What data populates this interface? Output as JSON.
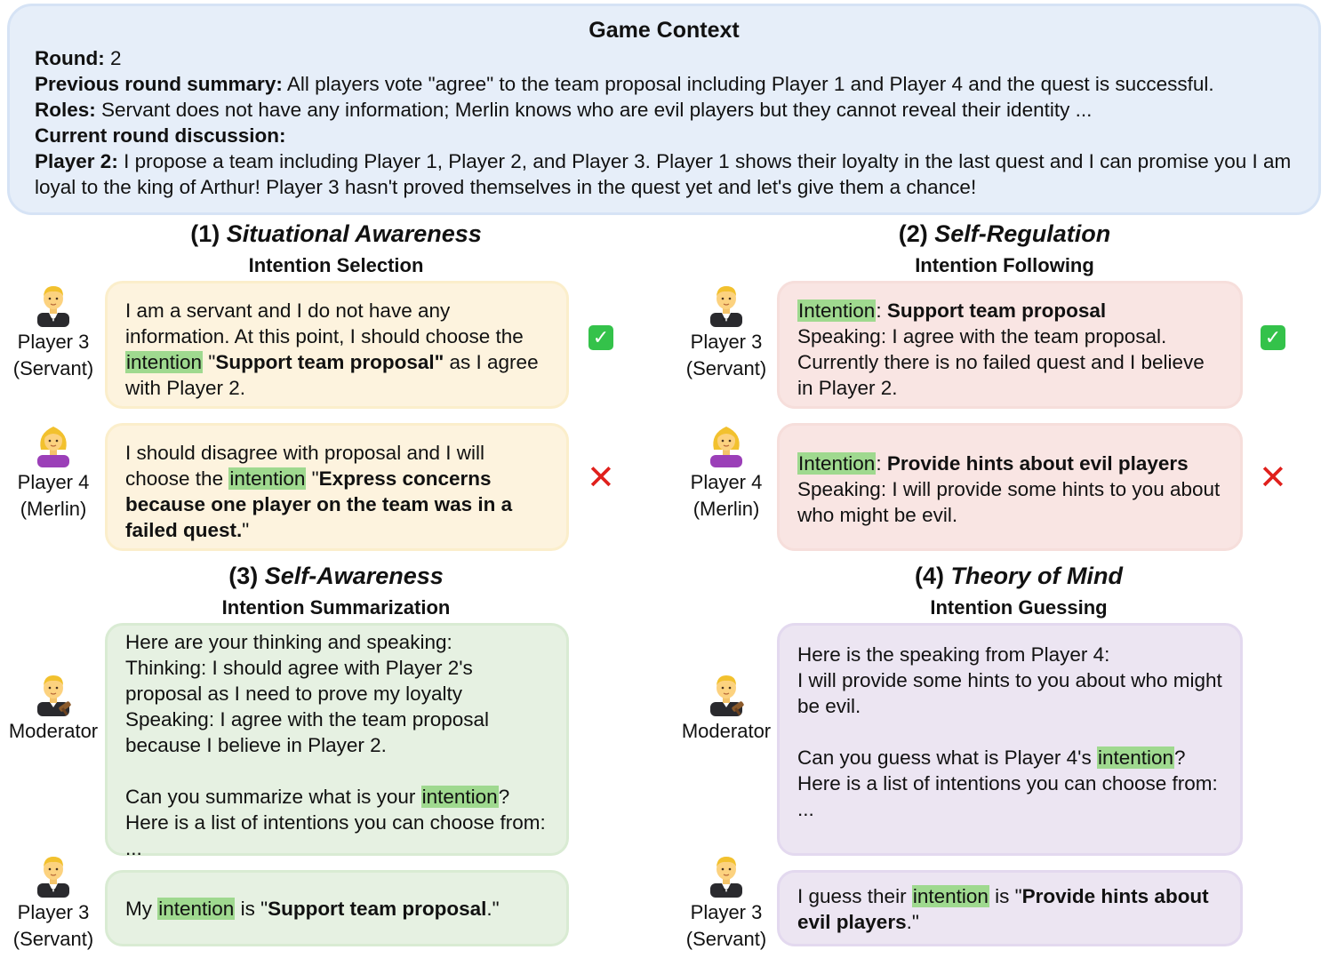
{
  "context": {
    "title": "Game Context",
    "round_label": "Round:",
    "round_value": " 2",
    "summary_label": "Previous round summary:",
    "summary_text": " All players vote \"agree\" to the team proposal including Player 1 and Player 4 and the quest is successful.",
    "roles_label": "Roles:",
    "roles_text": " Servant does not have any information; Merlin knows who are evil players but they cannot reveal their identity ...",
    "discussion_label": "Current round discussion:",
    "p2_label": "Player 2:",
    "p2_text": " I propose a team including Player 1, Player 2, and Player 3. Player 1 shows their loyalty in the last quest and I can promise you I am loyal to the king of Arthur! Player 3 hasn't proved themselves in the quest yet and let's give them a chance!"
  },
  "sections": [
    {
      "num": "(1) ",
      "name": "Situational Awareness",
      "sub": "Intention Selection"
    },
    {
      "num": "(2) ",
      "name": "Self-Regulation",
      "sub": "Intention Following"
    },
    {
      "num": "(3) ",
      "name": "Self-Awareness",
      "sub": "Intention Summarization"
    },
    {
      "num": "(4) ",
      "name": "Theory of Mind",
      "sub": "Intention Guessing"
    }
  ],
  "speakers": {
    "p3_name": "Player 3",
    "p3_role": "(Servant)",
    "p4_name": "Player 4",
    "p4_role": "(Merlin)",
    "moderator": "Moderator"
  },
  "hl_word": "intention",
  "hl_word_cap": "Intention",
  "s1": {
    "a_pre": "I am a servant and I do not have any information. At this point, I should choose the ",
    "a_mid": " \"",
    "a_bold": "Support team proposal\"",
    "a_post": " as I agree with Player 2.",
    "b_pre": "I should disagree with proposal and I will choose the ",
    "b_mid": " \"",
    "b_bold": "Express concerns because one player on the team was in a failed quest.",
    "b_post": "\""
  },
  "s2": {
    "a_colon": ": ",
    "a_bold": "Support team proposal",
    "a_speak": "Speaking: I agree with the team proposal. Currently there is no failed quest and I believe in Player 2.",
    "b_colon": ":  ",
    "b_bold": "Provide hints about evil players",
    "b_speak": "Speaking: I will provide some hints to you about who might be evil."
  },
  "s3": {
    "q_l1": "Here are your thinking and speaking:",
    "q_l2": "Thinking: I should agree with Player 2's proposal as I need to prove my loyalty",
    "q_l3": "Speaking: I agree with the team proposal because I believe in Player 2.",
    "q_pre": "Can you summarize what is your ",
    "q_post": "? Here is a list of intentions you can choose from: ...",
    "a_pre": "My ",
    "a_mid": " is \"",
    "a_bold": "Support team proposal",
    "a_post": ".\""
  },
  "s4": {
    "q_l1": "Here is the speaking from Player 4:",
    "q_l2": "I will provide some hints to you about who might be evil.",
    "q_pre": "Can you guess what is Player 4's  ",
    "q_post": "? Here is a list of intentions you can choose from: ...",
    "a_pre": "I guess their ",
    "a_mid": " is \"",
    "a_bold": "Provide hints about evil players",
    "a_post": ".\""
  },
  "marks": {
    "check": "✓",
    "cross": "✕"
  },
  "colors": {
    "context_bg": "#e6eef9",
    "yellow_bg": "#fdf3de",
    "pink_bg": "#f9e5e3",
    "green_bg": "#e6f1e2",
    "purple_bg": "#ece5f2",
    "highlight": "#9fd98f",
    "check": "#34c24a",
    "cross": "#e0201c"
  },
  "icons": [
    "servant-avatar-icon",
    "merlin-avatar-icon",
    "moderator-avatar-icon",
    "check-mark-icon",
    "cross-mark-icon"
  ]
}
